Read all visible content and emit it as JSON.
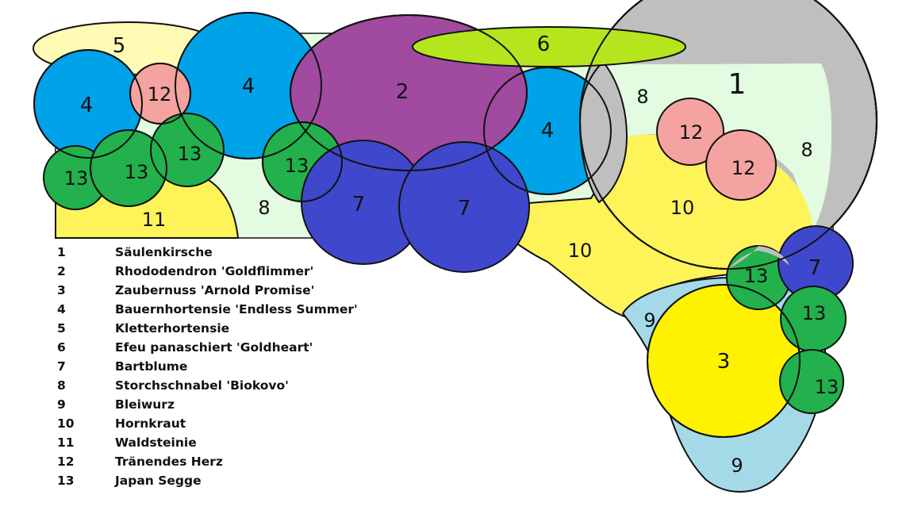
{
  "plan": {
    "labels": {
      "c1": "1",
      "c2": "2",
      "c3": "3",
      "c4a": "4",
      "c4b": "4",
      "c4c": "4",
      "c5": "5",
      "c6": "6",
      "c7a": "7",
      "c7b": "7",
      "c7c": "7",
      "c8a": "8",
      "c8b": "8",
      "c8c": "8",
      "c9a": "9",
      "c9b": "9",
      "c10a": "10",
      "c10b": "10",
      "c11": "11",
      "c12a": "12",
      "c12b": "12",
      "c12c": "12",
      "c13a": "13",
      "c13b": "13",
      "c13c": "13",
      "c13d": "13",
      "c13e": "13",
      "c13f": "13",
      "c13g": "13"
    }
  },
  "legend": [
    {
      "num": "1",
      "name": "Säulenkirsche"
    },
    {
      "num": "2",
      "name": "Rhododendron 'Goldflimmer'"
    },
    {
      "num": "3",
      "name": "Zaubernuss 'Arnold Promise'"
    },
    {
      "num": "4",
      "name": "Bauernhortensie 'Endless Summer'"
    },
    {
      "num": "5",
      "name": "Kletterhortensie"
    },
    {
      "num": "6",
      "name": "Efeu panaschiert 'Goldheart'"
    },
    {
      "num": "7",
      "name": "Bartblume"
    },
    {
      "num": "8",
      "name": "Storchschnabel 'Biokovo'"
    },
    {
      "num": "9",
      "name": "Bleiwurz"
    },
    {
      "num": "10",
      "name": "Hornkraut"
    },
    {
      "num": "11",
      "name": "Waldsteinie"
    },
    {
      "num": "12",
      "name": "Tränendes Herz"
    },
    {
      "num": "13",
      "name": "Japan Segge"
    }
  ],
  "colors": {
    "ground_cover_8": "#e3fbe1",
    "yellow_10_11": "#fff35a",
    "blue_9": "#a4dae8",
    "grey_1": "#bfbfbf",
    "purple_2": "#a04aa0",
    "yellow_3": "#fff200",
    "blue_4": "#00a2e8",
    "cream_5": "#fffbb4",
    "lime_6": "#b5e61d",
    "darkblue_7": "#3f48cc",
    "pink_12": "#f4a3a0",
    "green_13": "#22b14c"
  }
}
